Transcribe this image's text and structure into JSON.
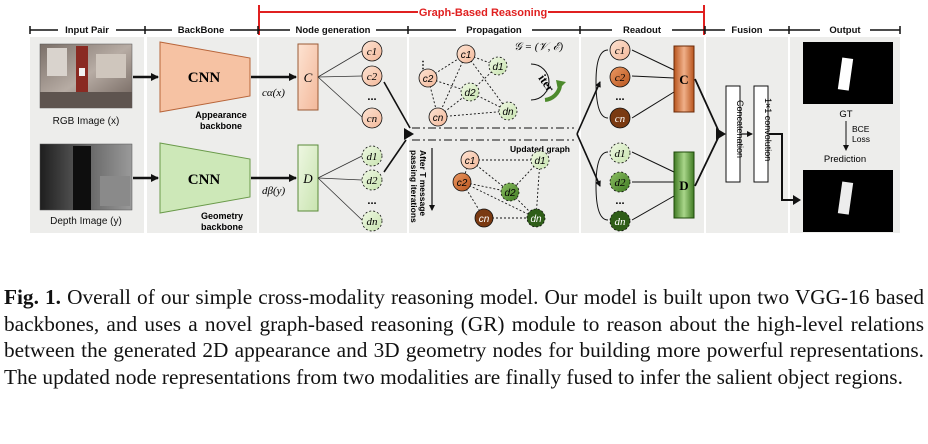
{
  "figure": {
    "gbr_label": "Graph-Based Reasoning",
    "sections": [
      "Input Pair",
      "BackBone",
      "Node generation",
      "Propagation",
      "Readout",
      "Fusion",
      "Output"
    ],
    "rgb_caption": "RGB Image (x)",
    "depth_caption": "Depth Image (y)",
    "cnn": "CNN",
    "appearance_backbone": [
      "Appearance",
      "backbone"
    ],
    "geometry_backbone": [
      "Geometry",
      "backbone"
    ],
    "c_alpha": "cα(x)",
    "d_beta": "dβ(y)",
    "c_letter": "C",
    "d_letter": "D",
    "c_nodes": [
      "c1",
      "c2",
      "cn"
    ],
    "d_nodes": [
      "d1",
      "d2",
      "dn"
    ],
    "dots": "...",
    "graph_def": "𝒢 = (𝒱, ℰ)",
    "iter": "iter",
    "updated_graph": "Updated graph",
    "after_t": [
      "After T message",
      "passing iterations"
    ],
    "concatenation": "Concatenation",
    "conv": "1×1 convolution",
    "gt": "GT",
    "bce": [
      "BCE",
      "Loss"
    ],
    "prediction": "Prediction"
  },
  "caption": {
    "label": "Fig. 1.",
    "text": "Overall of our simple cross-modality reasoning model. Our model is built upon two VGG-16 based backbones, and uses a novel graph-based reasoning (GR) module to reason about the high-level relations between the generated 2D appearance and 3D geometry nodes for building more powerful representations. The updated node representations from two modalities are finally fused to infer the salient object regions."
  },
  "colors": {
    "c_fill": "#f3b89a",
    "c_fill_dark": "#d26a2e",
    "d_fill": "#c9e4b0",
    "d_fill_dark": "#4d8a2c",
    "panel": "#ededeb",
    "accent_red": "#e02020"
  }
}
